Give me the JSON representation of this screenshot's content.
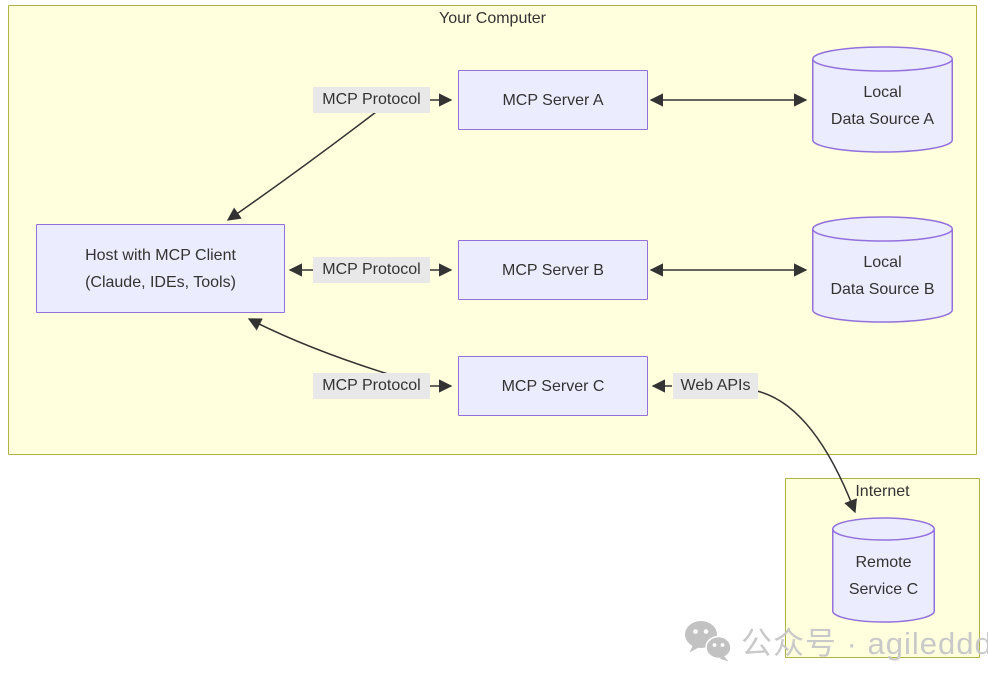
{
  "groups": {
    "your_computer": {
      "label": "Your Computer"
    },
    "internet": {
      "label": "Internet"
    }
  },
  "nodes": {
    "host": {
      "line1": "Host with MCP Client",
      "line2": "(Claude, IDEs, Tools)"
    },
    "server_a": {
      "label": "MCP Server A"
    },
    "server_b": {
      "label": "MCP Server B"
    },
    "server_c": {
      "label": "MCP Server C"
    },
    "data_source_a": {
      "line1": "Local",
      "line2": "Data Source A"
    },
    "data_source_b": {
      "line1": "Local",
      "line2": "Data Source B"
    },
    "remote_service_c": {
      "line1": "Remote",
      "line2": "Service C"
    }
  },
  "edge_labels": {
    "mcp_protocol_a": "MCP Protocol",
    "mcp_protocol_b": "MCP Protocol",
    "mcp_protocol_c": "MCP Protocol",
    "web_apis": "Web APIs"
  },
  "watermark": {
    "icon": "wechat-icon",
    "text": "公众号 · agileddd"
  },
  "colors": {
    "group_fill": "#FFFFDE",
    "group_border": "#AAAA33",
    "node_fill": "#ECECFF",
    "node_border": "#9370DB",
    "edge_label_bg": "#E8E8E8",
    "arrow": "#333333",
    "text": "#333333",
    "watermark": "#C9C9C9"
  }
}
